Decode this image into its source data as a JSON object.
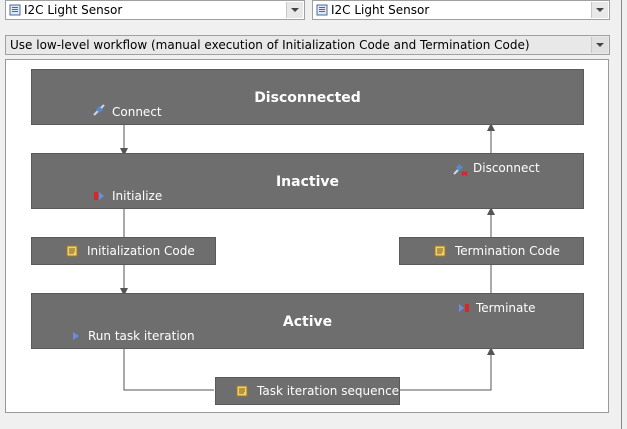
{
  "sensor_combo_left": {
    "value": "I2C Light Sensor",
    "icon": "sensor-icon"
  },
  "sensor_combo_right": {
    "value": "I2C Light Sensor",
    "icon": "sensor-icon"
  },
  "workflow_combo": {
    "value": "Use low-level workflow (manual execution of Initialization Code and Termination Code)"
  },
  "states": {
    "disconnected": {
      "title": "Disconnected",
      "action": "Connect",
      "action_icon": "connect-icon"
    },
    "inactive": {
      "title": "Inactive",
      "action_init": "Initialize",
      "action_init_icon": "initialize-icon",
      "action_disconnect": "Disconnect",
      "action_disconnect_icon": "disconnect-icon"
    },
    "active": {
      "title": "Active",
      "action_run": "Run task iteration",
      "action_run_icon": "run-icon",
      "action_terminate": "Terminate",
      "action_terminate_icon": "terminate-icon"
    }
  },
  "code_blocks": {
    "initialization": "Initialization Code",
    "termination": "Termination Code",
    "task_iteration": "Task iteration sequence"
  },
  "colors": {
    "state_box": "#6e6e6e",
    "panel_bg": "#ffffff",
    "window_bg": "#f0f0f0",
    "arrow": "#555555"
  }
}
